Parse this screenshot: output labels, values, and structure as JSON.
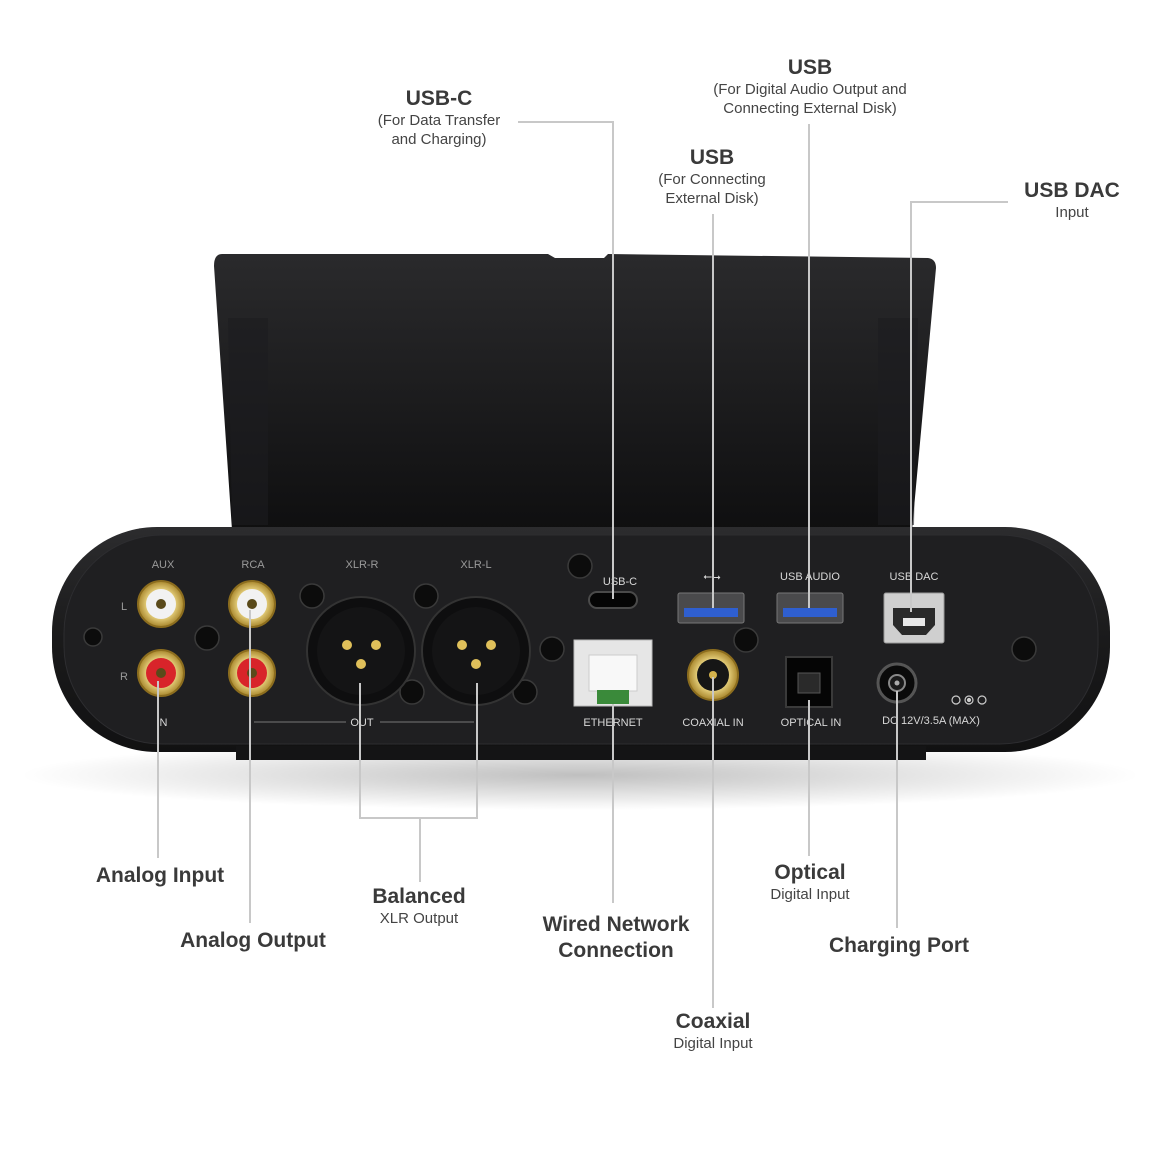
{
  "callouts": {
    "usb_c": {
      "title": "USB-C",
      "sub1": "(For Data Transfer",
      "sub2": "and Charging)"
    },
    "usb_audio": {
      "title": "USB",
      "sub1": "(For Digital Audio Output and",
      "sub2": "Connecting External Disk)"
    },
    "usb_disk": {
      "title": "USB",
      "sub1": "(For Connecting",
      "sub2": "External Disk)"
    },
    "usb_dac": {
      "title": "USB DAC",
      "sub": "Input"
    },
    "analog_input": {
      "title": "Analog Input"
    },
    "analog_output": {
      "title": "Analog Output"
    },
    "balanced": {
      "title": "Balanced",
      "sub": "XLR Output"
    },
    "wired_network": {
      "line1": "Wired Network",
      "line2": "Connection"
    },
    "coaxial": {
      "title": "Coaxial",
      "sub": "Digital Input"
    },
    "optical": {
      "title": "Optical",
      "sub": "Digital Input"
    },
    "charging": {
      "title": "Charging Port"
    }
  },
  "panel_labels": {
    "aux": "AUX",
    "rca": "RCA",
    "xlr_r": "XLR-R",
    "xlr_l": "XLR-L",
    "left": "L",
    "right": "R",
    "in": "IN",
    "out": "OUT",
    "usb_c": "USB-C",
    "usb_symbol": "⭠⭢",
    "usb_audio": "USB AUDIO",
    "usb_dac": "USB DAC",
    "ethernet": "ETHERNET",
    "coaxial_in": "COAXIAL IN",
    "optical_in": "OPTICAL IN",
    "dc": "DC 12V/3.5A (MAX)"
  },
  "colors": {
    "body": "#1c1c1e",
    "gold": "#d4b24c",
    "rca_red": "#d8242a",
    "usb_blue": "#2f5fd0",
    "leader": "#c8c8c8"
  }
}
